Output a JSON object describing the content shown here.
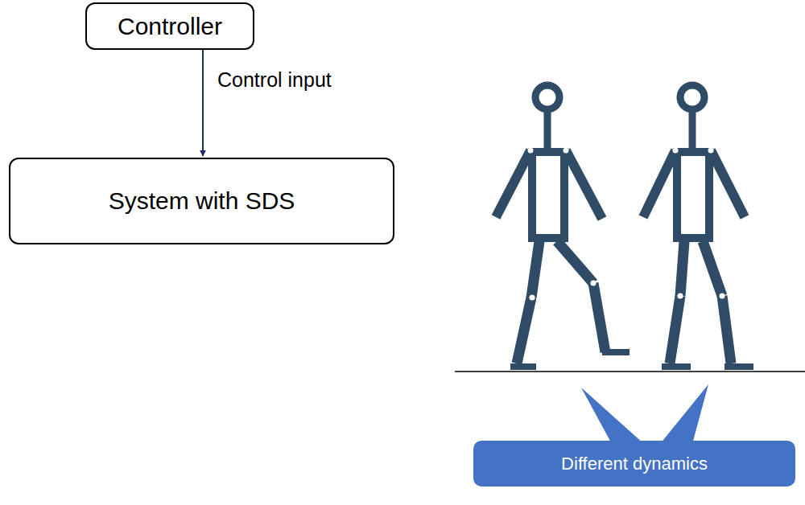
{
  "diagram": {
    "nodes": [
      {
        "text": [
          "Controller"
        ]
      },
      {
        "text": [
          "System with SDS"
        ]
      },
      {
        "text": [
          "Different dynamics"
        ]
      }
    ],
    "edges": [
      {
        "from": 0,
        "to": 1,
        "label": "Control input",
        "arrow": "to"
      }
    ]
  }
}
